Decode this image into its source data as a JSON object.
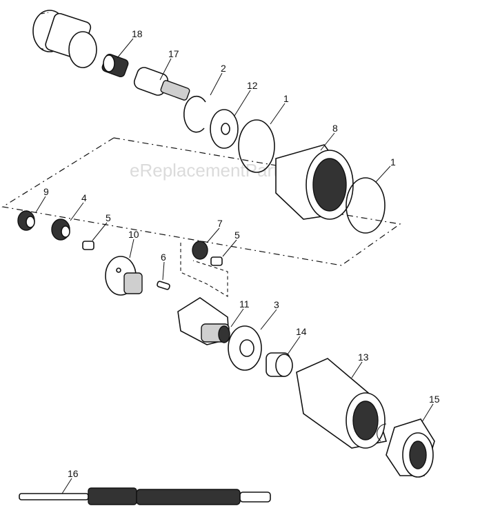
{
  "watermark": "eReplacementParts.com",
  "callouts": {
    "c18": "18",
    "c17": "17",
    "c2": "2",
    "c12": "12",
    "c1a": "1",
    "c8": "8",
    "c1b": "1",
    "c9": "9",
    "c4": "4",
    "c5a": "5",
    "c10": "10",
    "c7": "7",
    "c5b": "5",
    "c6": "6",
    "c11": "11",
    "c3": "3",
    "c14": "14",
    "c13": "13",
    "c15": "15",
    "c16": "16"
  }
}
